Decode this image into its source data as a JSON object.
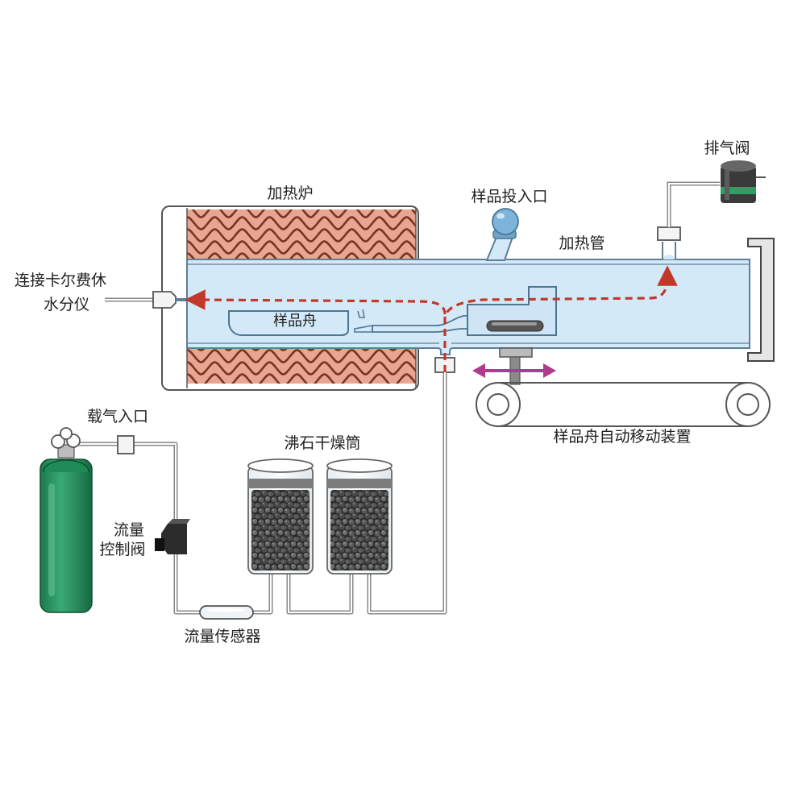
{
  "labels": {
    "furnace": "加热炉",
    "sample_inlet": "样品投入口",
    "exhaust_valve": "排气阀",
    "heating_tube": "加热管",
    "karl_fischer_line1": "连接卡尔费休",
    "karl_fischer_line2": "水分仪",
    "sample_boat": "样品舟",
    "boat_mover": "样品舟自动移动装置",
    "carrier_gas_inlet": "载气入口",
    "zeolite_dryer": "沸石干燥筒",
    "flow_valve_line1": "流量",
    "flow_valve_line2": "控制阀",
    "flow_sensor": "流量传感器"
  },
  "colors": {
    "furnace_fill": "#e7a592",
    "furnace_wave": "#7a3320",
    "tube_fill": "#d3e9f7",
    "tube_stroke": "#5e7f98",
    "gas_flow": "#c0392b",
    "motion_arrow": "#b23a8c",
    "cylinder": "#1f8a58"
  }
}
